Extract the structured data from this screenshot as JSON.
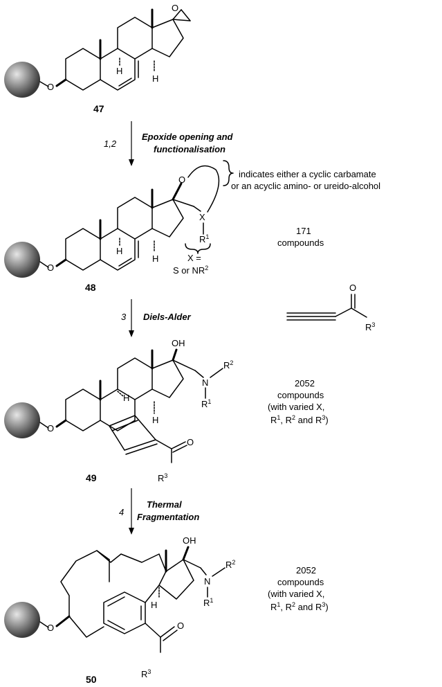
{
  "compounds": {
    "c47": "47",
    "c48": "48",
    "c49": "49",
    "c50": "50"
  },
  "steps": [
    {
      "number": "1,2",
      "lines": [
        "Epoxide opening and",
        "functionalisation"
      ]
    },
    {
      "number": "3",
      "lines": [
        "Diels-Alder"
      ]
    },
    {
      "number": "4",
      "lines": [
        "Thermal",
        "Fragmentation"
      ]
    }
  ],
  "annotations": {
    "indicates": [
      "indicates either a cyclic carbamate",
      "or an acyclic amino- or ureido-alcohol"
    ],
    "x_label": "X =",
    "x_values": "S or NR",
    "counts": {
      "c48": [
        "171",
        "compounds"
      ],
      "c49": [
        "2052",
        "compounds",
        "(with varied X,",
        "R",
        ", R",
        " and R",
        ")"
      ],
      "c50": [
        "2052",
        "compounds",
        "(with varied X,",
        "R",
        ", R",
        " and R",
        ")"
      ]
    }
  },
  "atoms": {
    "O": "O",
    "H": "H",
    "X": "X",
    "N": "N",
    "OH": "OH",
    "R": "R",
    "sup1": "1",
    "sup2": "2",
    "sup3": "3"
  },
  "colors": {
    "bead_dark": "#3a3a3a",
    "bead_light": "#e6e6e6"
  }
}
